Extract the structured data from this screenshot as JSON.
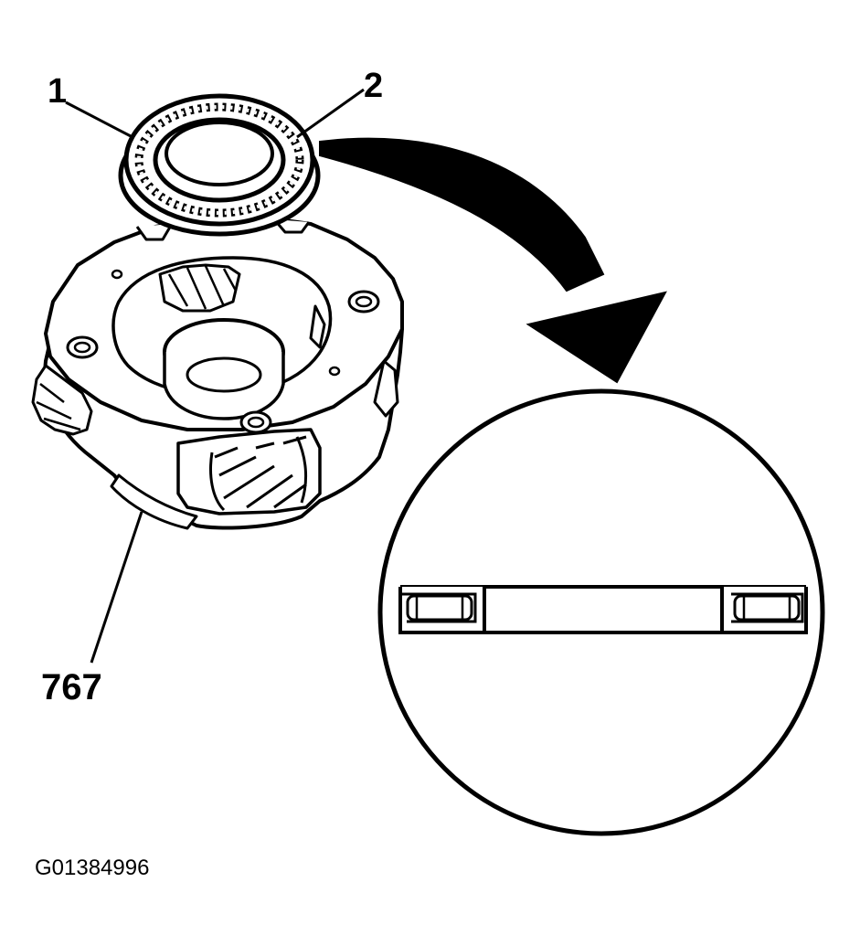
{
  "figure": {
    "callouts": {
      "part_1": "1",
      "part_2": "2",
      "part_767": "767"
    },
    "figure_id": "G01384996",
    "colors": {
      "ink": "#000000",
      "paper": "#ffffff"
    },
    "icons": {
      "thrust_bearing": "thrust-bearing-icon",
      "carrier": "planetary-carrier-icon",
      "arrow": "curved-arrow-icon",
      "detail": "bearing-section-detail-icon"
    }
  }
}
